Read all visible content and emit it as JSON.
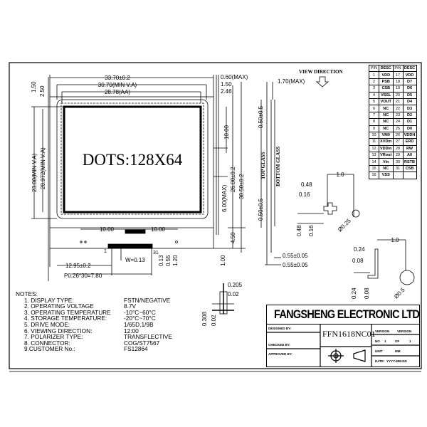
{
  "drawing": {
    "dots_label": "DOTS:128X64",
    "view_direction": "VIEW DIRECTION",
    "top_glass": "TOP GLASS",
    "bottom_glass": "BOTTOM GLASS",
    "dimensions": {
      "width_overall": "33.70±0.2",
      "width_va": "30.70(MIN V.A)",
      "width_aa": "28.78(AA)",
      "d_060": "0.60(MAX)",
      "d_150r": "1.50",
      "d_246": "2.46",
      "d_150l": "1.50",
      "d_250": "2.50",
      "height_va": "23.00(MIN V.A)",
      "height_va2": "20.972(MIN V.A)",
      "d_1000v": "10.00",
      "d_2600": "26.00±0.2",
      "d_3050": "30.50±0.2",
      "d_600": "6.00(MAX)",
      "d_450": "4.50",
      "d_100": "1.00",
      "d_1000a": "10.00",
      "d_1000b": "10.00",
      "d_013": "0.13",
      "d_055": "0.55",
      "d_120": "1.20",
      "w_013": "W=0.13",
      "d_1295": "12.95±0.2",
      "pitch": "P0.26*30=7.80",
      "d_170": "1.70(MAX)",
      "d_050a": "0.50±0.5",
      "d_050b": "0.50±0.5",
      "d_055a": "0.55±0.05",
      "d_055b": "0.55±0.05",
      "d_10a": "1.0",
      "d_048a": "0.48",
      "d_016a": "0.16",
      "d_048b": "0.48",
      "d_016b": "0.16",
      "d_phi025": "Ø0.25",
      "d_10b": "1.0",
      "d_024a": "0.24",
      "d_008a": "0.08",
      "d_024b": "0.24",
      "d_008b": "0.08",
      "d_phi05": "Ø0.5",
      "d_0205": "0.205",
      "d_002a": "0.02",
      "d_0308": "0.308",
      "d_002b": "0.02",
      "pin1": "1",
      "pin31": "31"
    }
  },
  "pin_table": {
    "headers": [
      "PIN",
      "DESC",
      "PIN",
      "DESC"
    ],
    "rows": [
      [
        "1",
        "VDD",
        "17",
        "VDD"
      ],
      [
        "2",
        "PSB",
        "18",
        "D7"
      ],
      [
        "3",
        "CSB",
        "19",
        "D6"
      ],
      [
        "4",
        "VSSL",
        "20",
        "D5"
      ],
      [
        "5",
        "VOUT",
        "21",
        "D4"
      ],
      [
        "6",
        "NC",
        "22",
        "D3"
      ],
      [
        "7",
        "NC",
        "23",
        "D2"
      ],
      [
        "8",
        "NC",
        "24",
        "D1"
      ],
      [
        "9",
        "NC",
        "25",
        "D0"
      ],
      [
        "10",
        "VM0",
        "26",
        "VDDH"
      ],
      [
        "11",
        "XVDin",
        "27",
        "ERD"
      ],
      [
        "12",
        "VDDin",
        "28",
        "RW"
      ],
      [
        "13",
        "VRout",
        "29",
        "A0"
      ],
      [
        "14",
        "Vin",
        "30",
        "RSTB"
      ],
      [
        "15",
        "NC",
        "31",
        "CSB"
      ],
      [
        "16",
        "VSS",
        "",
        ""
      ]
    ]
  },
  "notes": {
    "title": "NOTES:",
    "items": [
      {
        "k": "1. DISPLAY TYPE:",
        "v": "FSTN/NEGATIVE"
      },
      {
        "k": "2. OPERATING VOLTAGE",
        "v": "8.7V"
      },
      {
        "k": "3. OPERATING TEMPERATURE",
        "v": "-10°C~60°C"
      },
      {
        "k": "4. STORAGE TEMPERATURE:",
        "v": "-20°C~70°C"
      },
      {
        "k": "5. DRIVE MODE:",
        "v": "1/65D,1/9B"
      },
      {
        "k": "6. VIEWING DIRECTION:",
        "v": "12:00"
      },
      {
        "k": "7. POLARIZER TYPE:",
        "v": "TRANSFLECTIVE"
      },
      {
        "k": "8. CONNECTOR:",
        "v": "COG/ST7567"
      },
      {
        "k": "9.CUSTOMER No.:",
        "v": "FS12864"
      }
    ]
  },
  "title_block": {
    "company": "FANGSHENG ELECTRONIC LTD",
    "designed_by": "DESIGNED BY:",
    "checked_by": "CHECKED BY:",
    "approved_by": "APPROVED BY:",
    "part_number": "FFN1618NC01",
    "version_l": "VERSION",
    "version_r": "VERSION",
    "no": "NO",
    "no_v": "1",
    "of": "OF",
    "of_v": "1",
    "unit": "UNIT",
    "unit_v": "MM",
    "date": "DATE:",
    "date_v": "YYYY-MM-DD"
  }
}
